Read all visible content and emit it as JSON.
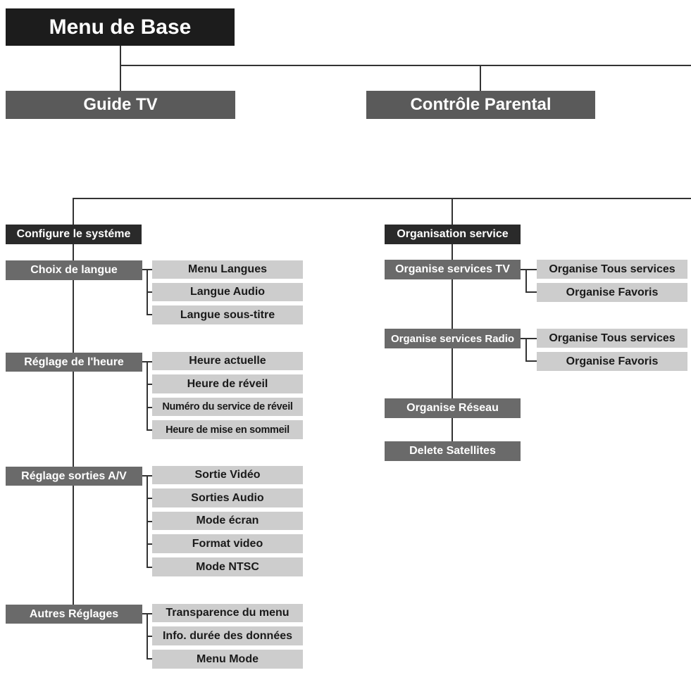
{
  "root": {
    "label": "Menu de Base"
  },
  "level1": {
    "guide_tv": "Guide TV",
    "controle_parental": "Contrôle Parental"
  },
  "configure": {
    "title": "Configure le systéme",
    "choix_langue": {
      "label": "Choix de langue",
      "items": [
        "Menu Langues",
        "Langue Audio",
        "Langue sous-titre"
      ]
    },
    "reglage_heure": {
      "label": "Réglage de l'heure",
      "items": [
        "Heure actuelle",
        "Heure de réveil",
        "Numéro du service de réveil",
        "Heure de mise en sommeil"
      ]
    },
    "reglage_av": {
      "label": "Réglage sorties A/V",
      "items": [
        "Sortie Vidéo",
        "Sorties Audio",
        "Mode écran",
        "Format video",
        "Mode NTSC"
      ]
    },
    "autres": {
      "label": "Autres Réglages",
      "items": [
        "Transparence du menu",
        "Info. durée des données",
        "Menu Mode"
      ]
    }
  },
  "organisation": {
    "title": "Organisation service",
    "tv": {
      "label": "Organise services TV",
      "items": [
        "Organise Tous services",
        "Organise Favoris"
      ]
    },
    "radio": {
      "label": "Organise services Radio",
      "items": [
        "Organise Tous services",
        "Organise Favoris"
      ]
    },
    "reseau": "Organise Réseau",
    "delete_satellites": "Delete Satellites"
  }
}
